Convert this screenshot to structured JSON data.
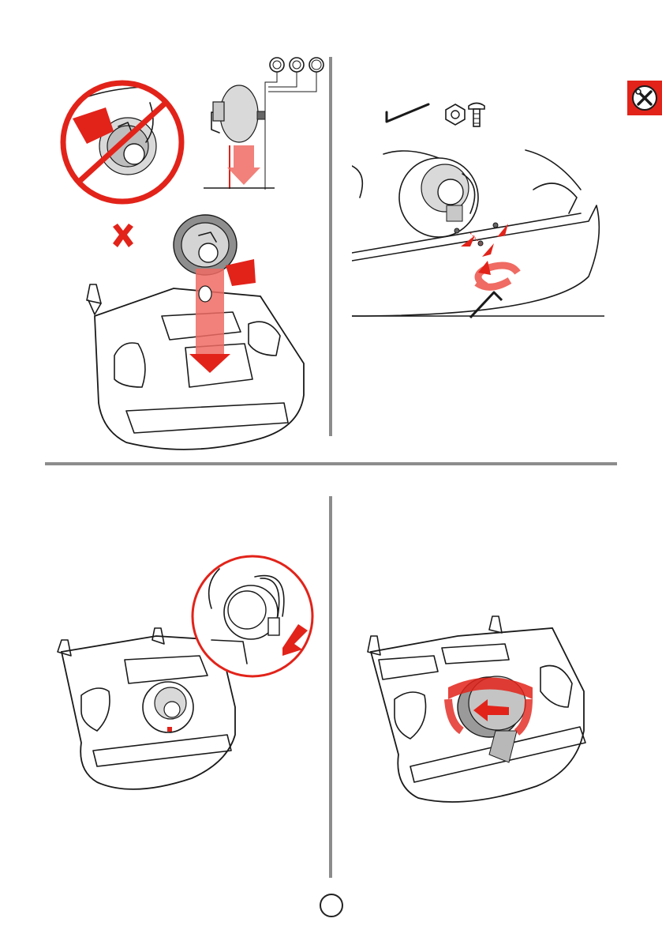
{
  "page": {
    "page_number": "",
    "tab_icon": "wrench-screwdriver-icon"
  },
  "colors": {
    "accent": "#e2231a",
    "divider": "#8c8c8c",
    "line": "#1a1a1a"
  },
  "panels": [
    {
      "id": "step-remove-motor",
      "icon": "cross-mark-icon"
    },
    {
      "id": "step-fasten-screws",
      "icons": [
        "hex-key-icon",
        "washer-icon",
        "bolt-icon"
      ]
    },
    {
      "id": "step-connect-cable",
      "icon": "zoom-callout-icon"
    },
    {
      "id": "step-rotate-cover",
      "icon": "rotate-arrow-icon"
    }
  ]
}
